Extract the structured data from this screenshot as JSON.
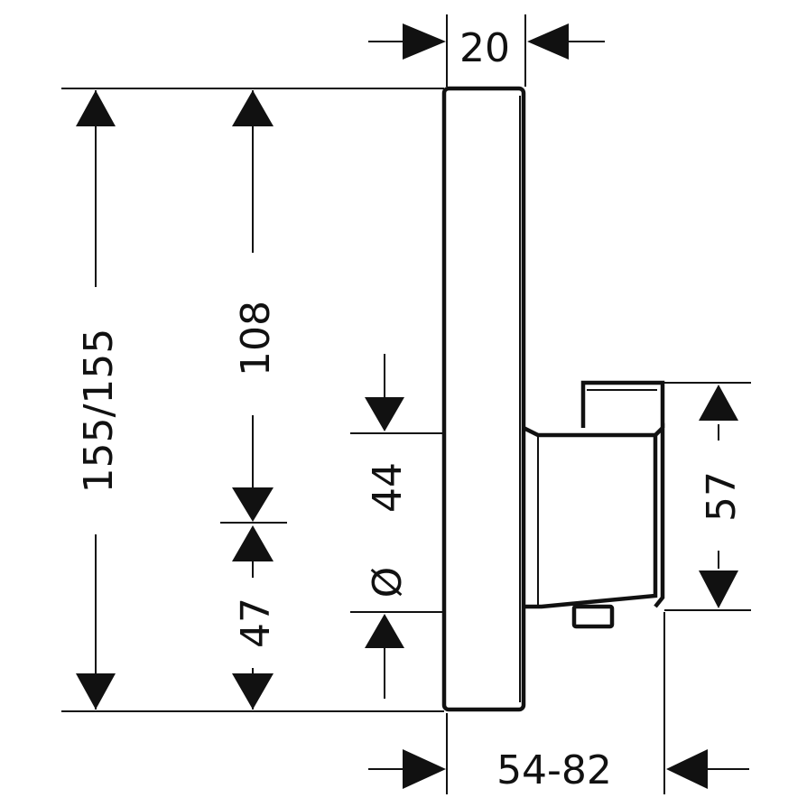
{
  "colors": {
    "line": "#111111",
    "background": "#ffffff"
  },
  "dimensions": {
    "top_width": "20",
    "total_height": "155/155",
    "upper_height": "108",
    "lower_height": "47",
    "diameter_symbol": "Ø",
    "diameter_value": "44",
    "module_height": "57",
    "depth_range": "54-82"
  }
}
